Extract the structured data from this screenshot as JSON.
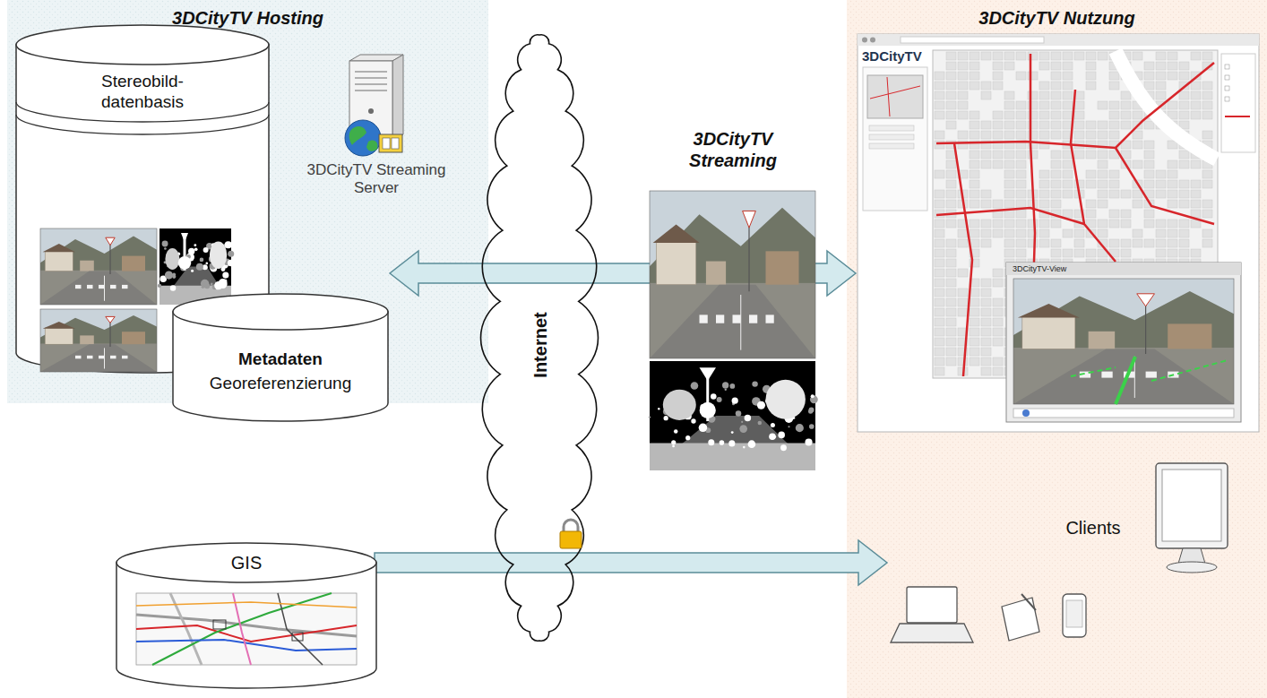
{
  "diagram": {
    "nodes": [
      {
        "text": [
          "3DCityTV Hosting"
        ]
      },
      {
        "text": [
          "Stereobild- datenbasis"
        ],
        "in": 0
      },
      {
        "text": [
          "Metadaten",
          "Georeferenzierung"
        ],
        "in": 1
      },
      {
        "text": [
          "3DCityTV Streaming Server"
        ],
        "in": 0
      },
      {
        "text": [
          "Internet"
        ]
      },
      {
        "text": [
          "GIS"
        ]
      },
      {
        "text": [
          "3DCityTV Nutzung"
        ]
      },
      {
        "text": [
          "Clients"
        ],
        "in": 6
      }
    ],
    "edges": [
      {
        "from": 0,
        "to": 6,
        "arrow": "both"
      },
      {
        "from": 5,
        "to": 7,
        "arrow": "to"
      }
    ],
    "labels": [
      "3DCityTV Streaming",
      "3DCityTV",
      "3DCityTV-View"
    ]
  }
}
